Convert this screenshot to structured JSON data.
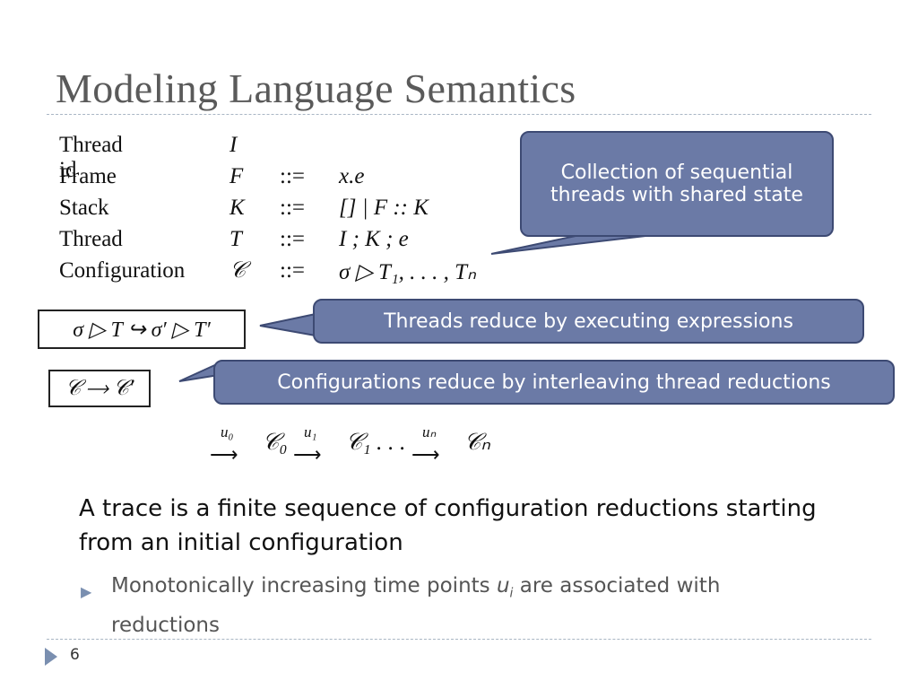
{
  "slide": {
    "title": "Modeling Language Semantics",
    "page_number": "6"
  },
  "grammar": [
    {
      "name": "Thread id",
      "symbol": "I",
      "op": "",
      "definition": ""
    },
    {
      "name": "Frame",
      "symbol": "F",
      "op": "::=",
      "definition": "x.e"
    },
    {
      "name": "Stack",
      "symbol": "K",
      "op": "::=",
      "definition": "[] | F :: K"
    },
    {
      "name": "Thread",
      "symbol": "T",
      "op": "::=",
      "definition": "I ; K ; e"
    },
    {
      "name": "Configuration",
      "symbol": "𝒞",
      "op": "::=",
      "definition": "σ ▷ T₁, . . . , Tₙ"
    }
  ],
  "judgments": {
    "thread_reduction": "σ ▷ T ↪ σ′ ▷ T′",
    "config_reduction": "𝒞 ⟶ 𝒞′"
  },
  "callouts": {
    "collection": "Collection of  sequential threads with shared state",
    "threads_reduce": "Threads reduce by executing expressions",
    "configs_reduce": "Configurations reduce by interleaving thread reductions"
  },
  "trace_formula": {
    "labels": [
      "u₀",
      "u₁",
      "uₙ"
    ],
    "configs": [
      "𝒞₀",
      "𝒞₁ . . .",
      "𝒞ₙ"
    ]
  },
  "body": {
    "main": "A trace is a finite sequence of configuration reductions starting from an initial configuration",
    "bullet_pre": "Monotonically increasing time points ",
    "bullet_var": "u",
    "bullet_sub": "i",
    "bullet_post": " are associated with reductions"
  },
  "colors": {
    "callout_fill": "#6b7aa6",
    "callout_border": "#3d4a73",
    "title": "#5a5a5a",
    "accent": "#7a8fb0"
  }
}
